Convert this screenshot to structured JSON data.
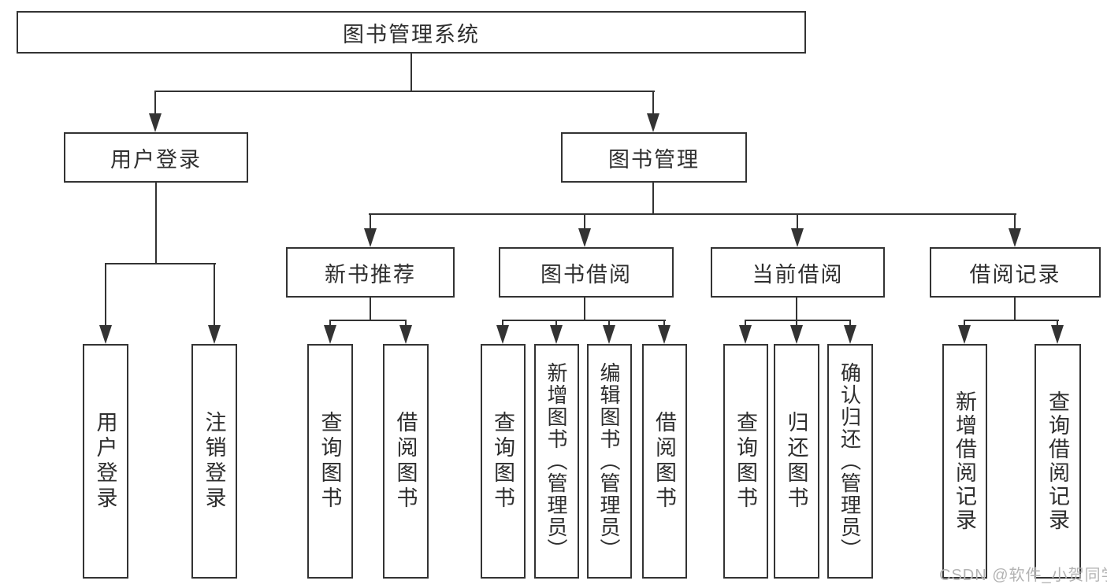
{
  "watermark": "CSDN @软件_小贺同学",
  "colors": {
    "line": "#333333",
    "text": "#2e2e2e",
    "watermark": "#b3b3b3",
    "background": "#ffffff"
  },
  "tree": {
    "label": "图书管理系统",
    "children": [
      {
        "label": "用户登录",
        "children": [
          {
            "label": "用户登录"
          },
          {
            "label": "注销登录"
          }
        ]
      },
      {
        "label": "图书管理",
        "children": [
          {
            "label": "新书推荐",
            "children": [
              {
                "label": "查询图书"
              },
              {
                "label": "借阅图书"
              }
            ]
          },
          {
            "label": "图书借阅",
            "children": [
              {
                "label": "查询图书"
              },
              {
                "label": "新增图书（管理员）"
              },
              {
                "label": "编辑图书（管理员）"
              },
              {
                "label": "借阅图书"
              }
            ]
          },
          {
            "label": "当前借阅",
            "children": [
              {
                "label": "查询图书"
              },
              {
                "label": "归还图书"
              },
              {
                "label": "确认归还（管理员）"
              }
            ]
          },
          {
            "label": "借阅记录",
            "children": [
              {
                "label": "新增借阅记录"
              },
              {
                "label": "查询借阅记录"
              }
            ]
          }
        ]
      }
    ]
  }
}
